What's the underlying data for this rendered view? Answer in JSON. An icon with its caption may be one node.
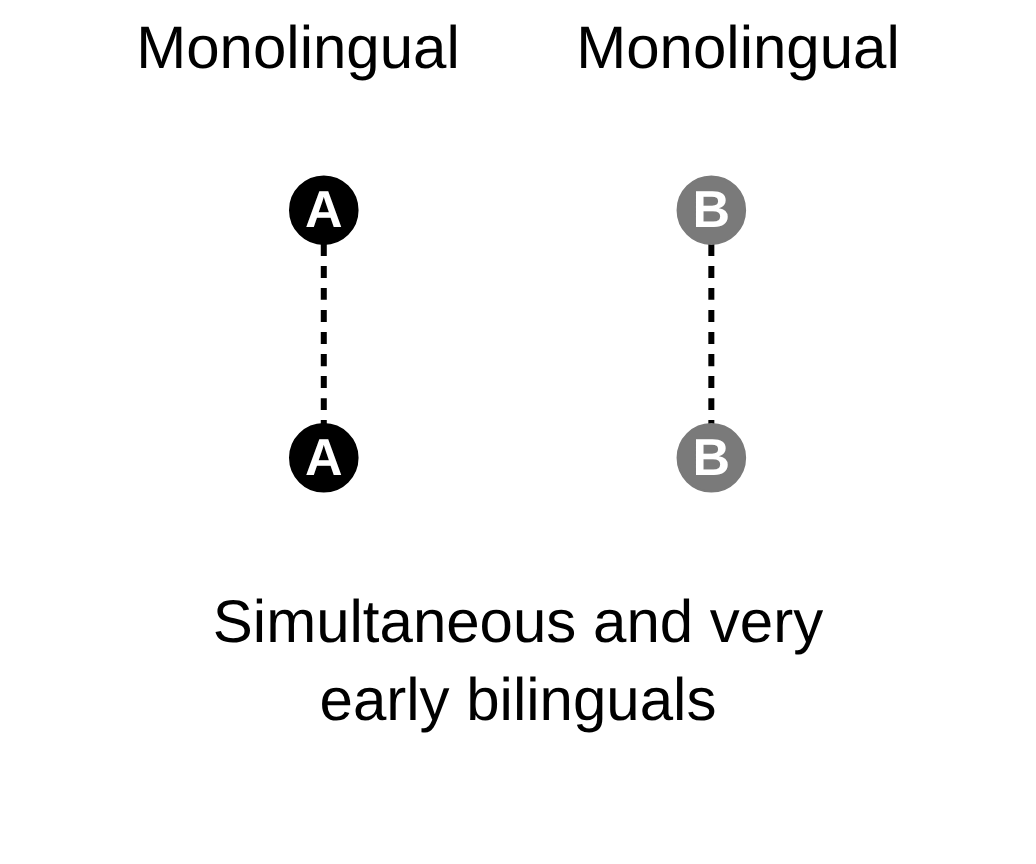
{
  "diagram": {
    "nodes": [
      {
        "text": [
          "A"
        ]
      },
      {
        "text": [
          "B"
        ]
      },
      {
        "text": [
          "A"
        ]
      },
      {
        "text": [
          "B"
        ]
      }
    ],
    "edges": [
      {
        "from": 0,
        "to": 2,
        "arrow": "none",
        "style": "dashed"
      },
      {
        "from": 1,
        "to": 3,
        "arrow": "none",
        "style": "dashed"
      }
    ],
    "labels": [
      "Monolingual",
      "Monolingual",
      "Simultaneous and very early bilinguals"
    ]
  }
}
